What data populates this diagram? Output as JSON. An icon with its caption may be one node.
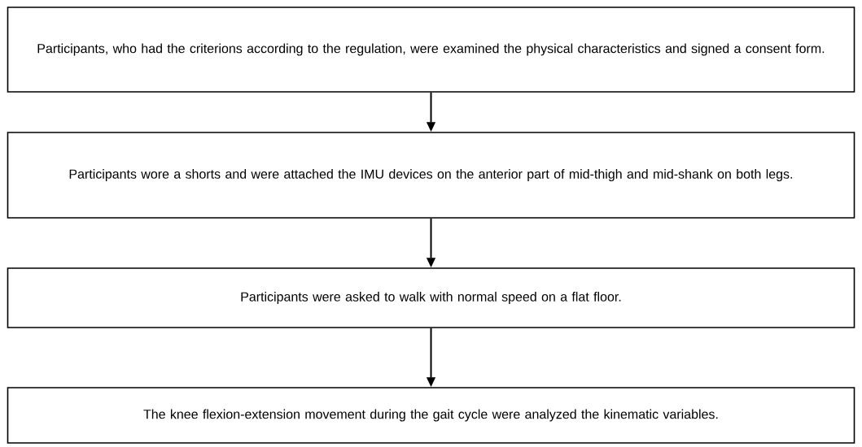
{
  "diagram": {
    "nodes": [
      {
        "text": [
          "Participants, who had the criterions according to the regulation, were examined the physical characteristics and signed a consent form."
        ]
      },
      {
        "text": [
          "Participants wore a shorts and were attached the IMU devices on the anterior part of mid-thigh and mid-shank on both legs."
        ]
      },
      {
        "text": [
          "Participants were asked to walk with normal speed on a flat floor."
        ]
      },
      {
        "text": [
          "The knee flexion-extension movement during the gait cycle were analyzed the kinematic variables."
        ]
      }
    ],
    "edges": [
      {
        "from": 0,
        "to": 1,
        "arrow": "to"
      },
      {
        "from": 1,
        "to": 2,
        "arrow": "to"
      },
      {
        "from": 2,
        "to": 3,
        "arrow": "to"
      }
    ]
  }
}
